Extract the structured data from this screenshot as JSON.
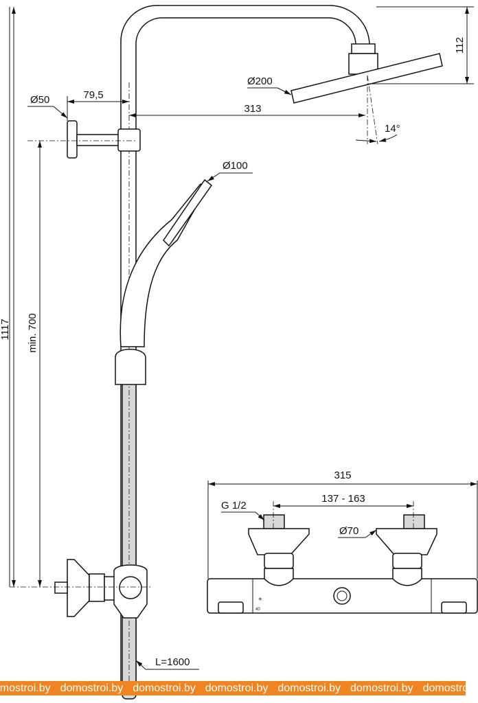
{
  "dimensions": {
    "head_arm_height": "112",
    "head_diameter": "Ø200",
    "arm_reach": "313",
    "head_angle": "14°",
    "wall_bracket_diameter": "Ø50",
    "wall_bracket_offset": "79,5",
    "handshower_diameter": "Ø100",
    "total_height": "1117",
    "min_height": "min. 700",
    "hose_length": "L=1600",
    "mixer_width": "315",
    "inlet_spacing": "137 - 163",
    "inlet_thread": "G 1/2",
    "escutcheon_diameter": "Ø70",
    "temp_mark": "40"
  },
  "watermark": {
    "text": "domostroi.by",
    "repeat": 7,
    "color": "#ef8420"
  }
}
